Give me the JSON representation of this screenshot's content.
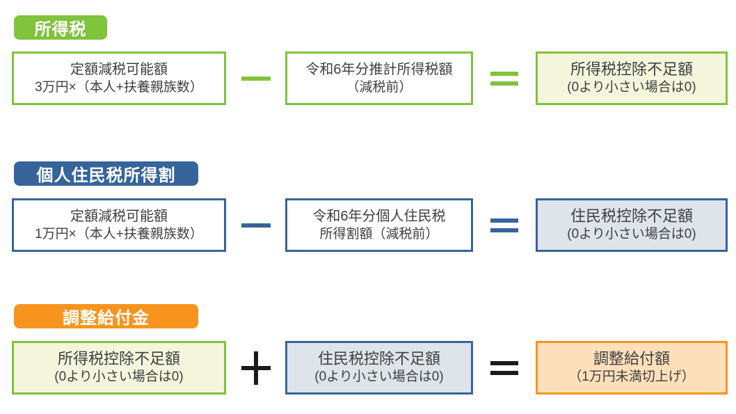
{
  "page": {
    "background": "#ffffff",
    "description_colors": {
      "green_accent": "#80c33c",
      "blue_accent": "#36649b",
      "orange_accent": "#f7941d",
      "green_result_fill": "#f3f6dc",
      "blue_result_fill": "#dee4ea",
      "orange_result_fill": "#fcdfbb",
      "box_text": "#3f3f3f",
      "operator_dark": "#1a1a1a"
    }
  },
  "sections": [
    {
      "badge": "所得税",
      "accent_color": "#80c33c",
      "result_fill": "#f3f6dc",
      "operator1": "−",
      "operator2": "＝",
      "boxes": [
        {
          "line1": "定額減税可能額",
          "line2": "3万円×（本人+扶養親族数）"
        },
        {
          "line1": "令和6年分推計所得税額",
          "line2": "（減税前）"
        },
        {
          "line1": "所得税控除不足額",
          "line2": "(0より小さい場合は0)"
        }
      ]
    },
    {
      "badge": "個人住民税所得割",
      "accent_color": "#36649b",
      "result_fill": "#dee4ea",
      "operator1": "−",
      "operator2": "＝",
      "boxes": [
        {
          "line1": "定額減税可能額",
          "line2": "1万円×（本人+扶養親族数）"
        },
        {
          "line1": "令和6年分個人住民税",
          "line2": "所得割額（減税前）"
        },
        {
          "line1": "住民税控除不足額",
          "line2": "(0より小さい場合は0)"
        }
      ]
    },
    {
      "badge": "調整給付金",
      "accent_color": "#f7941d",
      "result_fill": "#fcdfbb",
      "operator1": "＋",
      "operator2": "＝",
      "boxes": [
        {
          "line1": "所得税控除不足額",
          "line2": "(0より小さい場合は0)"
        },
        {
          "line1": "住民税控除不足額",
          "line2": "(0より小さい場合は0)"
        },
        {
          "line1": "調整給付額",
          "line2": "（1万円未満切上げ）"
        }
      ]
    }
  ]
}
